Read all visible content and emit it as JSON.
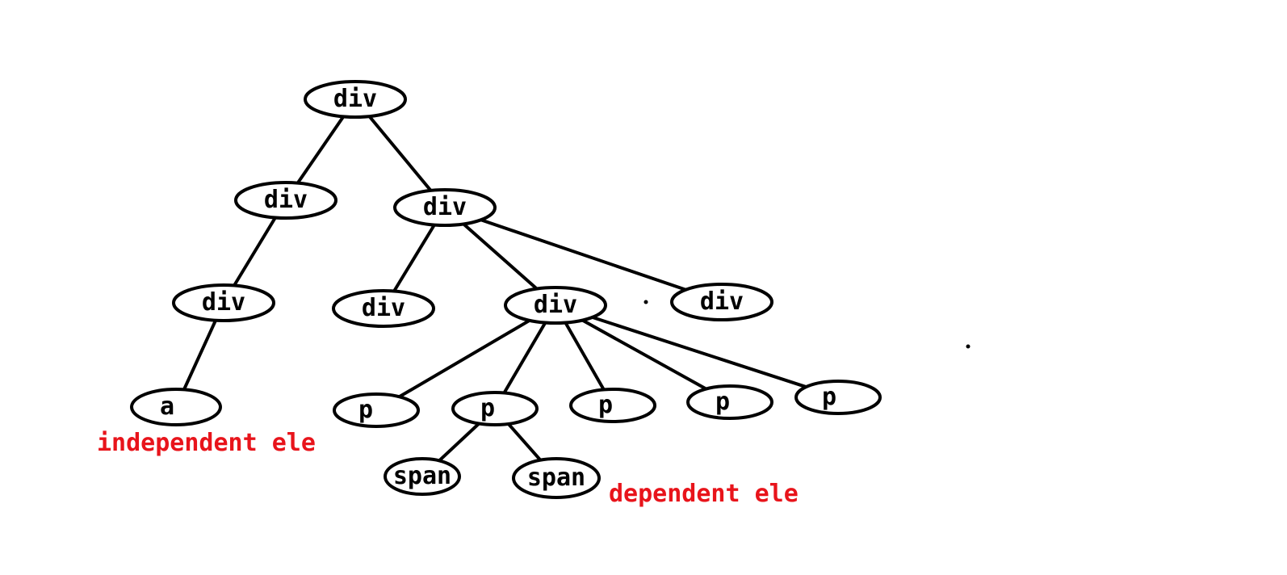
{
  "colors": {
    "background": "#ffffff",
    "stroke": "#000000",
    "annotation": "#e8141b"
  },
  "nodes": [
    {
      "id": "root",
      "label": "div"
    },
    {
      "id": "div-left",
      "label": "div"
    },
    {
      "id": "div-right",
      "label": "div"
    },
    {
      "id": "div-left-child",
      "label": "div"
    },
    {
      "id": "div-r1",
      "label": "div"
    },
    {
      "id": "div-r2",
      "label": "div"
    },
    {
      "id": "div-r3",
      "label": "div"
    },
    {
      "id": "a-node",
      "label": "a"
    },
    {
      "id": "p1",
      "label": "p"
    },
    {
      "id": "p2",
      "label": "p"
    },
    {
      "id": "p3",
      "label": "p"
    },
    {
      "id": "p4",
      "label": "p"
    },
    {
      "id": "p5",
      "label": "p"
    },
    {
      "id": "span1",
      "label": "span"
    },
    {
      "id": "span2",
      "label": "span"
    }
  ],
  "edges": [
    {
      "from": "root",
      "to": "div-left"
    },
    {
      "from": "root",
      "to": "div-right"
    },
    {
      "from": "div-left",
      "to": "div-left-child"
    },
    {
      "from": "div-left-child",
      "to": "a-node"
    },
    {
      "from": "div-right",
      "to": "div-r1"
    },
    {
      "from": "div-right",
      "to": "div-r2"
    },
    {
      "from": "div-right",
      "to": "div-r3"
    },
    {
      "from": "div-r2",
      "to": "p1"
    },
    {
      "from": "div-r2",
      "to": "p2"
    },
    {
      "from": "div-r2",
      "to": "p3"
    },
    {
      "from": "div-r2",
      "to": "p4"
    },
    {
      "from": "div-r2",
      "to": "p5"
    },
    {
      "from": "p2",
      "to": "span1"
    },
    {
      "from": "p2",
      "to": "span2"
    }
  ],
  "annotations": {
    "independent": "independent ele",
    "dependent": "dependent ele"
  }
}
